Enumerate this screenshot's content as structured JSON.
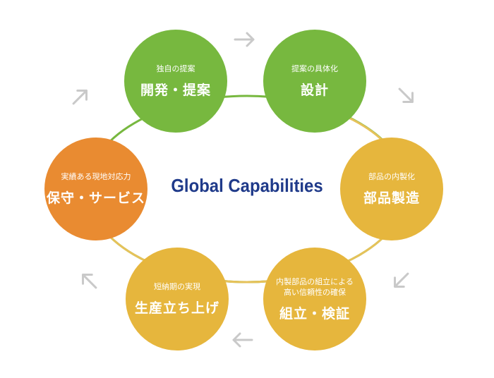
{
  "center_title": "Global Capabilities",
  "colors": {
    "green": "#77b83f",
    "yellow": "#e6b63d",
    "orange": "#e98b31",
    "ring": "#e6c25a",
    "arrow": "#c9c9c9",
    "title": "#1f3a8a"
  },
  "nodes": [
    {
      "sub": "独自の提案",
      "main": "開発・提案",
      "color": "green"
    },
    {
      "sub": "提案の具体化",
      "main": "設計",
      "color": "green"
    },
    {
      "sub": "部品の内製化",
      "main": "部品製造",
      "color": "yellow"
    },
    {
      "sub": "内製部品の組立による\n高い信頼性の確保",
      "main": "組立・検証",
      "color": "yellow"
    },
    {
      "sub": "短納期の実現",
      "main": "生産立ち上げ",
      "color": "yellow"
    },
    {
      "sub": "実績ある現地対応力",
      "main": "保守・サービス",
      "color": "orange"
    }
  ],
  "arrows": [
    "arrow-right-icon",
    "arrow-down-right-icon",
    "arrow-down-left-icon",
    "arrow-left-icon",
    "arrow-up-left-icon",
    "arrow-up-right-icon"
  ]
}
